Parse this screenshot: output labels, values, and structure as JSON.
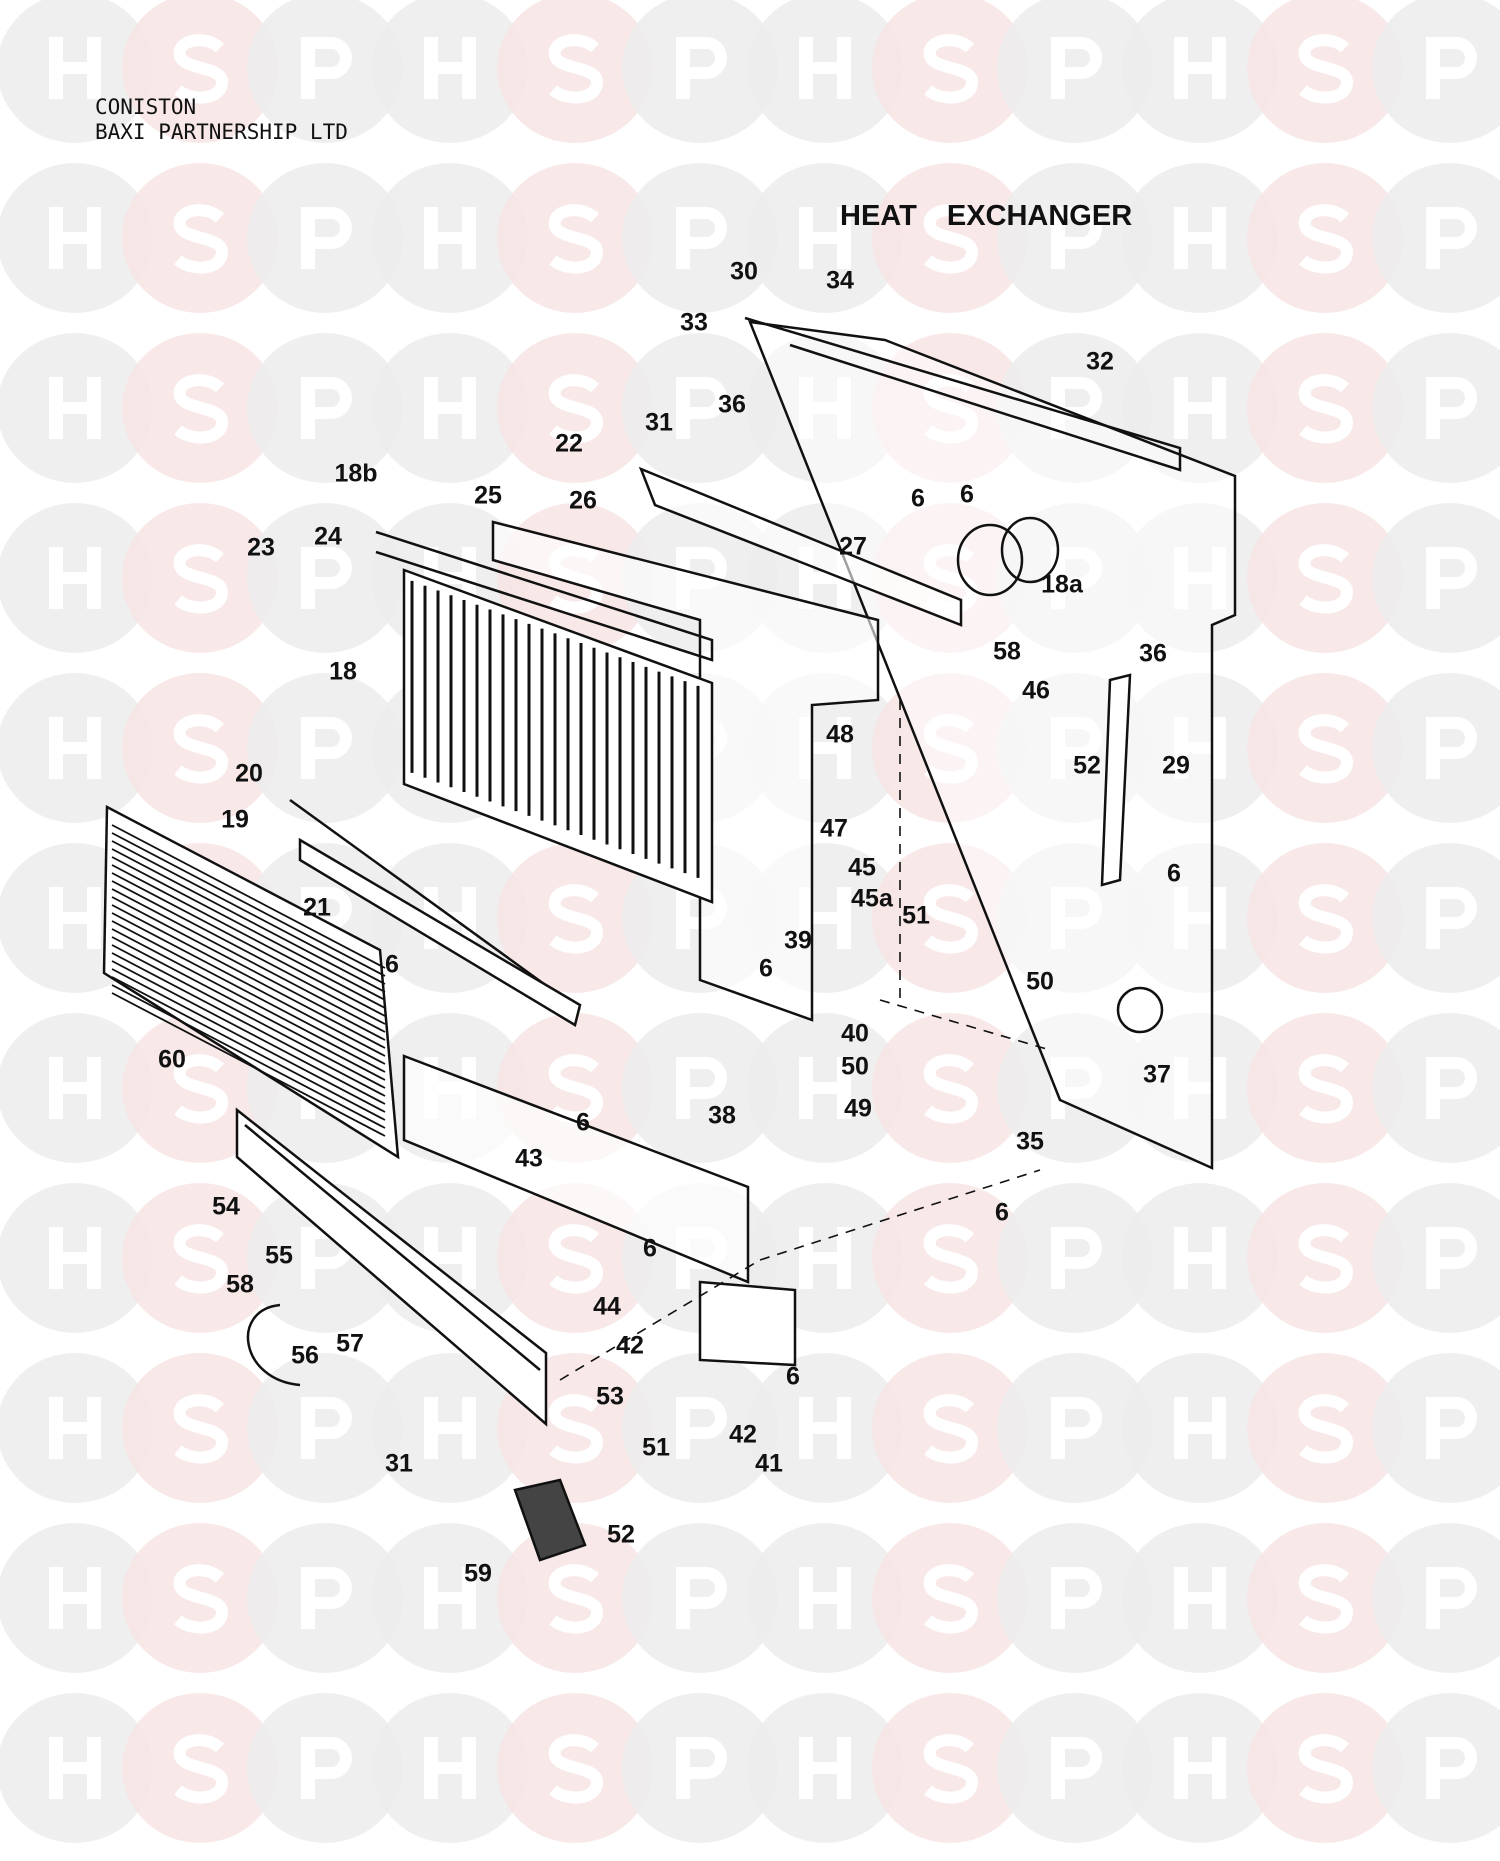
{
  "header": {
    "line1": "CONISTON",
    "line2": "BAXI PARTNERSHIP LTD"
  },
  "title": "HEAT EXCHANGER",
  "watermark": {
    "letters": [
      "H",
      "S",
      "P"
    ],
    "grey": "#ececec",
    "pink": "#f7e4e4"
  },
  "parts": [
    "30",
    "34",
    "33",
    "32",
    "36",
    "31",
    "22",
    "18b",
    "25",
    "26",
    "6",
    "6",
    "23",
    "24",
    "27",
    "18a",
    "36",
    "18",
    "58",
    "46",
    "48",
    "52",
    "29",
    "20",
    "19",
    "47",
    "45",
    "45a",
    "6",
    "21",
    "51",
    "6",
    "39",
    "6",
    "50",
    "40",
    "50",
    "60",
    "37",
    "38",
    "6",
    "49",
    "43",
    "35",
    "54",
    "6",
    "6",
    "55",
    "58",
    "57",
    "56",
    "44",
    "42",
    "6",
    "53",
    "42",
    "51",
    "41",
    "31",
    "52",
    "59"
  ]
}
